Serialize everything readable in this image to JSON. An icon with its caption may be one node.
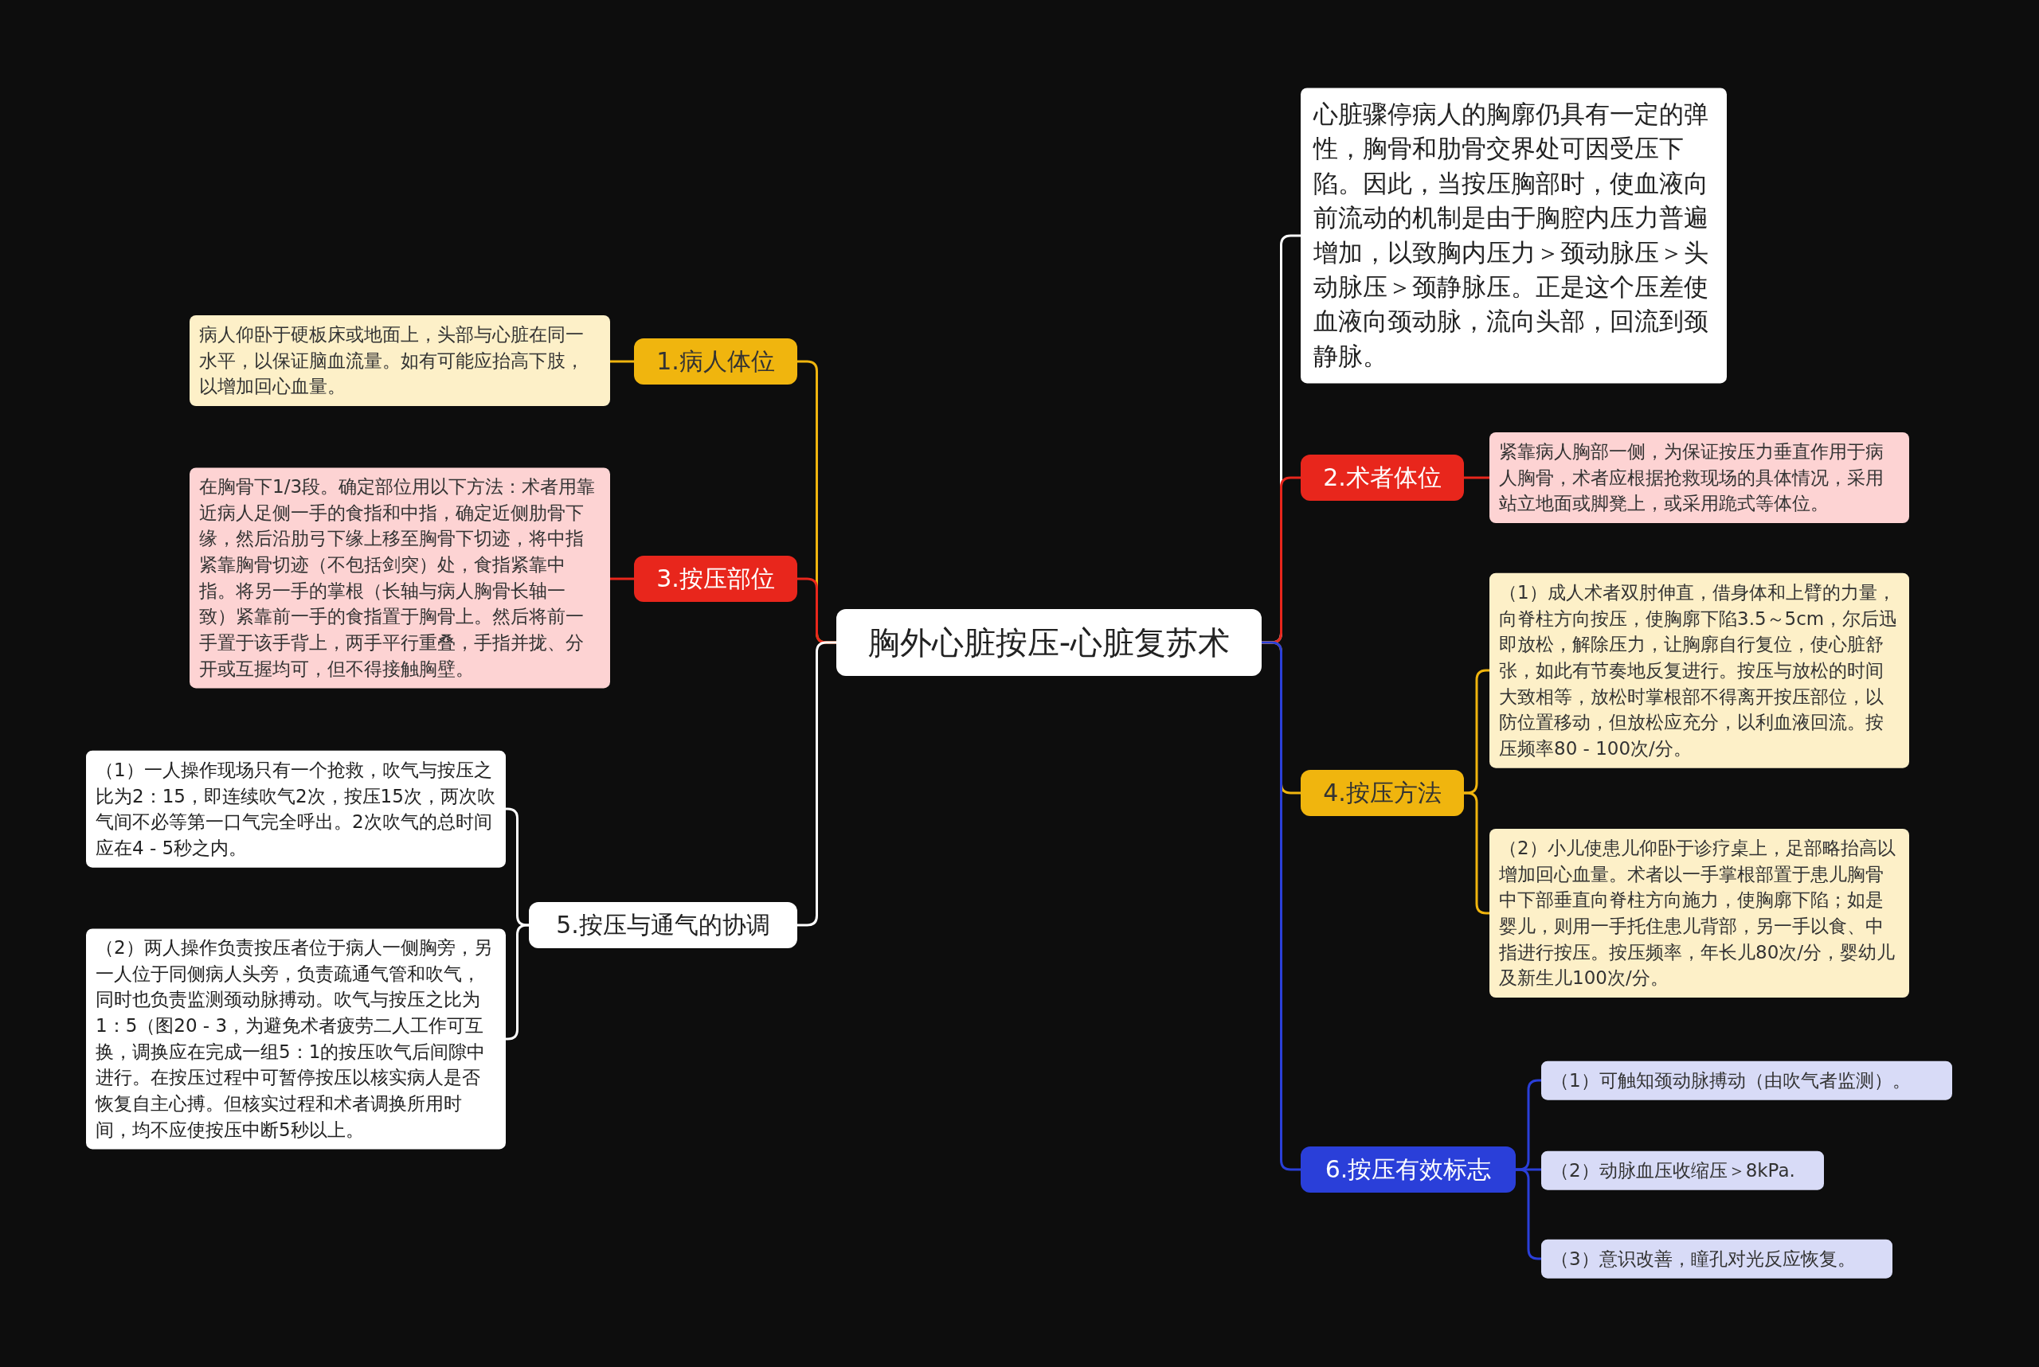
{
  "diagram": {
    "nodes": [
      {
        "text": [
          "胸外心脏按压-心脏复苏术"
        ]
      },
      {
        "text": [
          "1.病人体位"
        ]
      },
      {
        "text": [
          "病人仰卧于硬板床或地面上，头部与心脏在同一水平，以保证脑血流量。如有可能应抬高下肢，以增加回心血量。"
        ]
      },
      {
        "text": [
          "3.按压部位"
        ]
      },
      {
        "text": [
          "在胸骨下1/3段。确定部位用以下方法：术者用靠近病人足侧一手的食指和中指，确定近侧肋骨下缘，然后沿肋弓下缘上移至胸骨下切迹，将中指紧靠胸骨切迹（不包括剑突）处，食指紧靠中指。将另一手的掌根（长轴与病人胸骨长轴一致）紧靠前一手的食指置于胸骨上。然后将前一手置于该手背上，两手平行重叠，手指并拢、分开或互握均可，但不得接触胸壁。"
        ]
      },
      {
        "text": [
          "5.按压与通气的协调"
        ]
      },
      {
        "text": [
          "（1）一人操作现场只有一个抢救，吹气与按压之比为2：15，即连续吹气2次，按压15次，两次吹气间不必等第一口气完全呼出。2次吹气的总时间应在4 - 5秒之内。"
        ]
      },
      {
        "text": [
          "（2）两人操作负责按压者位于病人一侧胸旁，另一人位于同侧病人头旁，负责疏通气管和吹气，同时也负责监测颈动脉搏动。吹气与按压之比为1：5（图20 - 3，为避免术者疲劳二人工作可互换，调换应在完成一组5：1的按压吹气后间隙中进行。在按压过程中可暂停按压以核实病人是否恢复自主心搏。但核实过程和术者调换所用时间，均不应使按压中断5秒以上。"
        ]
      },
      {
        "text": [
          "心脏骤停病人的胸廓仍具有一定的弹性，胸骨和肋骨交界处可因受压下陷。因此，当按压胸部时，使血液向前流动的机制是由于胸腔内压力普遍增加，以致胸内压力＞颈动脉压＞头动脉压＞颈静脉压。正是这个压差使血液向颈动脉，流向头部，回流到颈静脉。"
        ]
      },
      {
        "text": [
          "2.术者体位"
        ]
      },
      {
        "text": [
          "紧靠病人胸部一侧，为保证按压力垂直作用于病人胸骨，术者应根据抢救现场的具体情况，采用站立地面或脚凳上，或采用跪式等体位。"
        ]
      },
      {
        "text": [
          "4.按压方法"
        ]
      },
      {
        "text": [
          "（1）成人术者双肘伸直，借身体和上臂的力量，向脊柱方向按压，使胸廓下陷3.5～5cm，尔后迅即放松，解除压力，让胸廓自行复位，使心脏舒张，如此有节奏地反复进行。按压与放松的时间大致相等，放松时掌根部不得离开按压部位，以防位置移动，但放松应充分，以利血液回流。按压频率80 - 100次/分。"
        ]
      },
      {
        "text": [
          "（2）小儿使患儿仰卧于诊疗桌上，足部略抬高以增加回心血量。术者以一手掌根部置于患儿胸骨中下部垂直向脊柱方向施力，使胸廓下陷；如是婴儿，则用一手托住患儿背部，另一手以食、中指进行按压。按压频率，年长儿80次/分，婴幼儿及新生儿100次/分。"
        ]
      },
      {
        "text": [
          "6.按压有效标志"
        ]
      },
      {
        "text": [
          "（1）可触知颈动脉搏动（由吹气者监测）。"
        ]
      },
      {
        "text": [
          "（2）动脉血压收缩压＞8kPa."
        ]
      },
      {
        "text": [
          "（3）意识改善，瞳孔对光反应恢复。"
        ]
      }
    ],
    "edges": [
      {
        "from": 0,
        "to": 1,
        "arrow": "none",
        "color": "#f0b50e"
      },
      {
        "from": 1,
        "to": 2,
        "arrow": "none",
        "color": "#f0b50e"
      },
      {
        "from": 0,
        "to": 3,
        "arrow": "none",
        "color": "#e8261c"
      },
      {
        "from": 3,
        "to": 4,
        "arrow": "none",
        "color": "#e8261c"
      },
      {
        "from": 0,
        "to": 5,
        "arrow": "none",
        "color": "#ffffff"
      },
      {
        "from": 5,
        "to": 6,
        "arrow": "none",
        "color": "#ffffff"
      },
      {
        "from": 5,
        "to": 7,
        "arrow": "none",
        "color": "#ffffff"
      },
      {
        "from": 0,
        "to": 8,
        "arrow": "none",
        "color": "#ffffff"
      },
      {
        "from": 0,
        "to": 9,
        "arrow": "none",
        "color": "#e8261c"
      },
      {
        "from": 9,
        "to": 10,
        "arrow": "none",
        "color": "#e8261c"
      },
      {
        "from": 0,
        "to": 11,
        "arrow": "none",
        "color": "#f0b50e"
      },
      {
        "from": 11,
        "to": 12,
        "arrow": "none",
        "color": "#f0b50e"
      },
      {
        "from": 11,
        "to": 13,
        "arrow": "none",
        "color": "#f0b50e"
      },
      {
        "from": 0,
        "to": 14,
        "arrow": "none",
        "color": "#2a3fd9"
      },
      {
        "from": 14,
        "to": 15,
        "arrow": "none",
        "color": "#2a3fd9"
      },
      {
        "from": 14,
        "to": 16,
        "arrow": "none",
        "color": "#2a3fd9"
      },
      {
        "from": 14,
        "to": 17,
        "arrow": "none",
        "color": "#2a3fd9"
      }
    ]
  }
}
